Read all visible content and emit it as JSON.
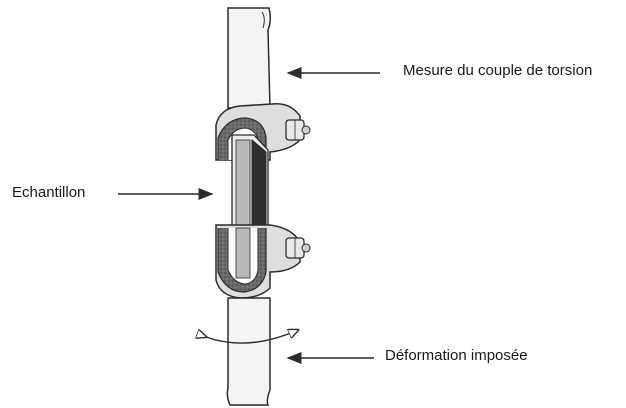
{
  "labels": {
    "torque_measure": "Mesure du couple de torsion",
    "sample": "Echantillon",
    "imposed_deformation": "Déformation imposée"
  },
  "colors": {
    "line": "#2b2b2b",
    "shaft_fill": "#f4f4f4",
    "sample_fill": "#3a3a3a",
    "clamp_fill": "#d8d8d8",
    "background": "#ffffff"
  }
}
